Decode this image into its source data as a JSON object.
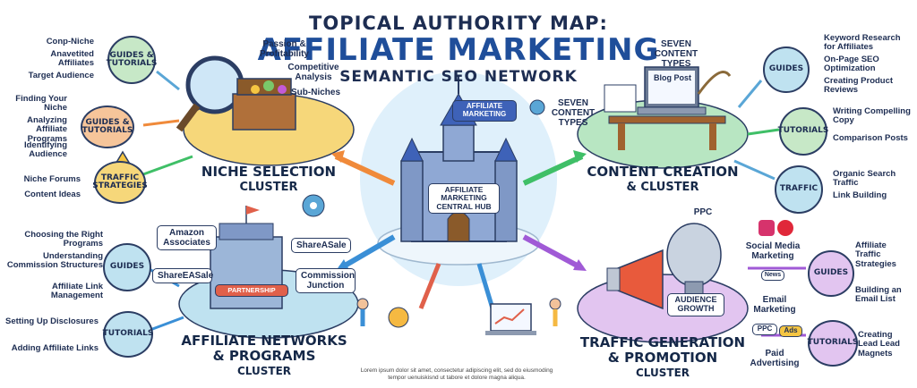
{
  "header": {
    "title_line1": "TOPICAL AUTHORITY MAP:",
    "title_line2": "AFFILIATE MARKETING",
    "title_line3": "SEMANTIC SEO NETWORK"
  },
  "center": {
    "flag": "AFFILIATE MARKETING",
    "hub_label": "AFFILIATE MARKETING CENTRAL HUB"
  },
  "niche": {
    "title": "NICHE SELECTION",
    "subtitle": "CLUSTER",
    "labels": [
      "Passion & Profitability",
      "Competitive Analysis",
      "Sub-Niches"
    ],
    "bubble_guides": "GUIDES & TUTORIALS",
    "bubble_tutorials": "GUIDES & TUTORIALS",
    "bubble_traffic": "TRAFFIC STRATEGIES",
    "left_items": [
      "Conp-Niche",
      "Anavetited Affiliates",
      "Target Audience",
      "Finding Your Niche",
      "Analyzing Affiliate Programs",
      "Identifying Audience",
      "Niche Forums",
      "Content Ideas"
    ]
  },
  "content": {
    "title": "CONTENT CREATION",
    "subtitle": "& CLUSTER",
    "types_top": "SEVEN CONTENT TYPES",
    "types_left": "SEVEN CONTENT TYPES",
    "blog": "Blog Post",
    "bubble_guides": "GUIDES",
    "bubble_tutorials": "TUTORIALS",
    "bubble_traffic": "TRAFFIC",
    "right_items": [
      "Keyword Research for Affiliates",
      "On-Page SEO Optimization",
      "Creating Product Reviews",
      "Writing Compelling Copy",
      "Comparison Posts",
      "Organic Search Traffic",
      "Link Building"
    ]
  },
  "networks": {
    "title": "AFFILIATE NETWORKS",
    "title2": "& PROGRAMS",
    "subtitle": "CLUSTER",
    "tags": [
      "Amazon Associates",
      "ShareASale",
      "ShareEASale",
      "Commission Junction"
    ],
    "sign": "PARTNERSHIP",
    "bubble_guides": "GUIDES",
    "bubble_tutorials": "TUTORIALS",
    "left_items": [
      "Choosing the Right Programs",
      "Understanding Commission Structures",
      "Affiliate Link Management",
      "Setting Up Disclosures",
      "Adding Affiliate Links"
    ]
  },
  "traffic": {
    "title": "TRAFFIC GENERATION",
    "title2": "& PROMOTION",
    "subtitle": "CLUSTER",
    "ppc": "PPC",
    "growth": "AUDIENCE GROWTH",
    "social": "Social Media Marketing",
    "email": "Email Marketing",
    "paid": "Paid Advertising",
    "news": "News",
    "ads": "Ads",
    "ppc_box": "PPC",
    "bubble_guides": "GUIDES",
    "bubble_tutorials": "TUTORIALS",
    "right_items": [
      "Affiliate Traffic Strategies",
      "Building an Email List",
      "Creating Lead Lead Magnets"
    ]
  },
  "footer": {
    "line1": "Lorem ipsum dolor sit amet, consectetur adipiscing elit, sed do eiusmoding",
    "line2": "tempor uenuiskisnd ut tabore et dolore magna aliqua."
  }
}
